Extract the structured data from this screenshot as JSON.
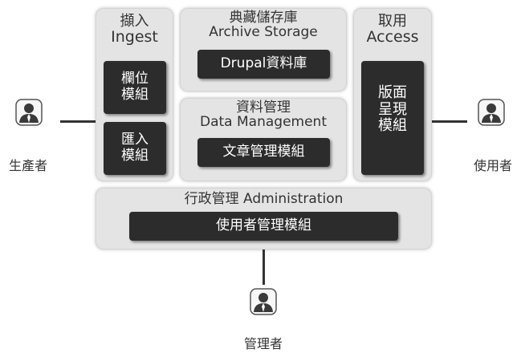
{
  "ingest": {
    "title_zh": "擷入",
    "title_en": "Ingest",
    "modules": [
      "欄位\n模組",
      "匯入\n模組"
    ]
  },
  "archive": {
    "title_zh": "典藏儲存庫",
    "title_en": "Archive Storage",
    "module": "Drupal資料庫"
  },
  "data_management": {
    "title_zh": "資料管理",
    "title_en": "Data Management",
    "module": "文章管理模組"
  },
  "access": {
    "title_zh": "取用",
    "title_en": "Access",
    "module": "版面\n呈現\n模組"
  },
  "administration": {
    "title": "行政管理 Administration",
    "module": "使用者管理模組"
  },
  "actors": {
    "producer": "生產者",
    "user": "使用者",
    "manager": "管理者"
  },
  "colors": {
    "panel": "#e4e4e4",
    "module": "#2c2c2c",
    "module_text": "#ffffff",
    "line": "#333333"
  }
}
